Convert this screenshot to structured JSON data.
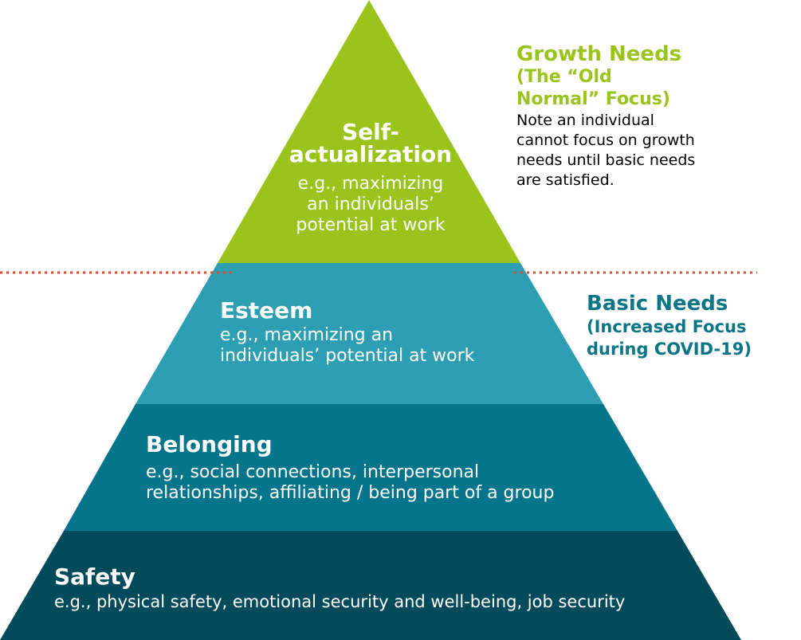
{
  "colors": {
    "self_actualization": "#9ac31c",
    "esteem": "#2e9eb2",
    "belonging": "#04758a",
    "safety": "#034b5a",
    "divider": "#e8472a",
    "growth_heading": "#9ac31c",
    "basic_heading": "#0c7586"
  },
  "levels": [
    {
      "title_line1": "Self-",
      "title_line2": "actualization",
      "example": [
        "e.g., maximizing",
        "an individuals’",
        "potential at work"
      ]
    },
    {
      "title": "Esteem",
      "example": [
        "e.g., maximizing an",
        "individuals’ potential at work"
      ]
    },
    {
      "title": "Belonging",
      "example": [
        "e.g., social connections, interpersonal",
        "relationships, affiliating / being part of a group"
      ]
    },
    {
      "title": "Safety",
      "example": [
        "e.g., physical safety, emotional security and well-being, job security"
      ]
    }
  ],
  "growth_needs": {
    "heading": [
      "Growth Needs",
      "(The “Old",
      "Normal” Focus)"
    ],
    "note": [
      "Note an individual",
      "cannot focus on growth",
      "needs until basic needs",
      "are satisfied."
    ]
  },
  "basic_needs": {
    "heading": [
      "Basic Needs",
      "(Increased Focus",
      "during COVID-19)"
    ]
  }
}
